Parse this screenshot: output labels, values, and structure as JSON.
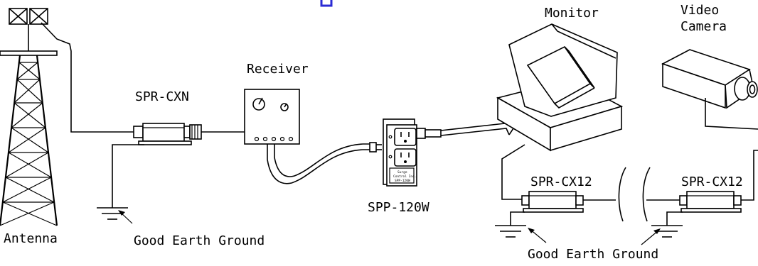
{
  "labels": {
    "antenna": "Antenna",
    "receiver": "Receiver",
    "monitor": "Monitor",
    "video_camera_line1": "Video",
    "video_camera_line2": "Camera",
    "spr_cxn": "SPR-CXN",
    "spp_120w": "SPP-120W",
    "spr_cx12_left": "SPR-CX12",
    "spr_cx12_right": "SPR-CX12",
    "ground_left": "Good Earth Ground",
    "ground_right": "Good Earth Ground"
  },
  "device_text": {
    "surge_line1": "Surge",
    "surge_line2": "Control Inc.",
    "surge_line3": "SPP-120W"
  },
  "colors": {
    "line": "#000000",
    "background": "#ffffff",
    "accent_blue": "#2b2bd4"
  },
  "icons": [
    "antenna-tower-icon",
    "coax-protector-icon",
    "receiver-icon",
    "outlet-protector-icon",
    "monitor-icon",
    "video-camera-icon",
    "earth-ground-icon",
    "cable-break-icon"
  ]
}
